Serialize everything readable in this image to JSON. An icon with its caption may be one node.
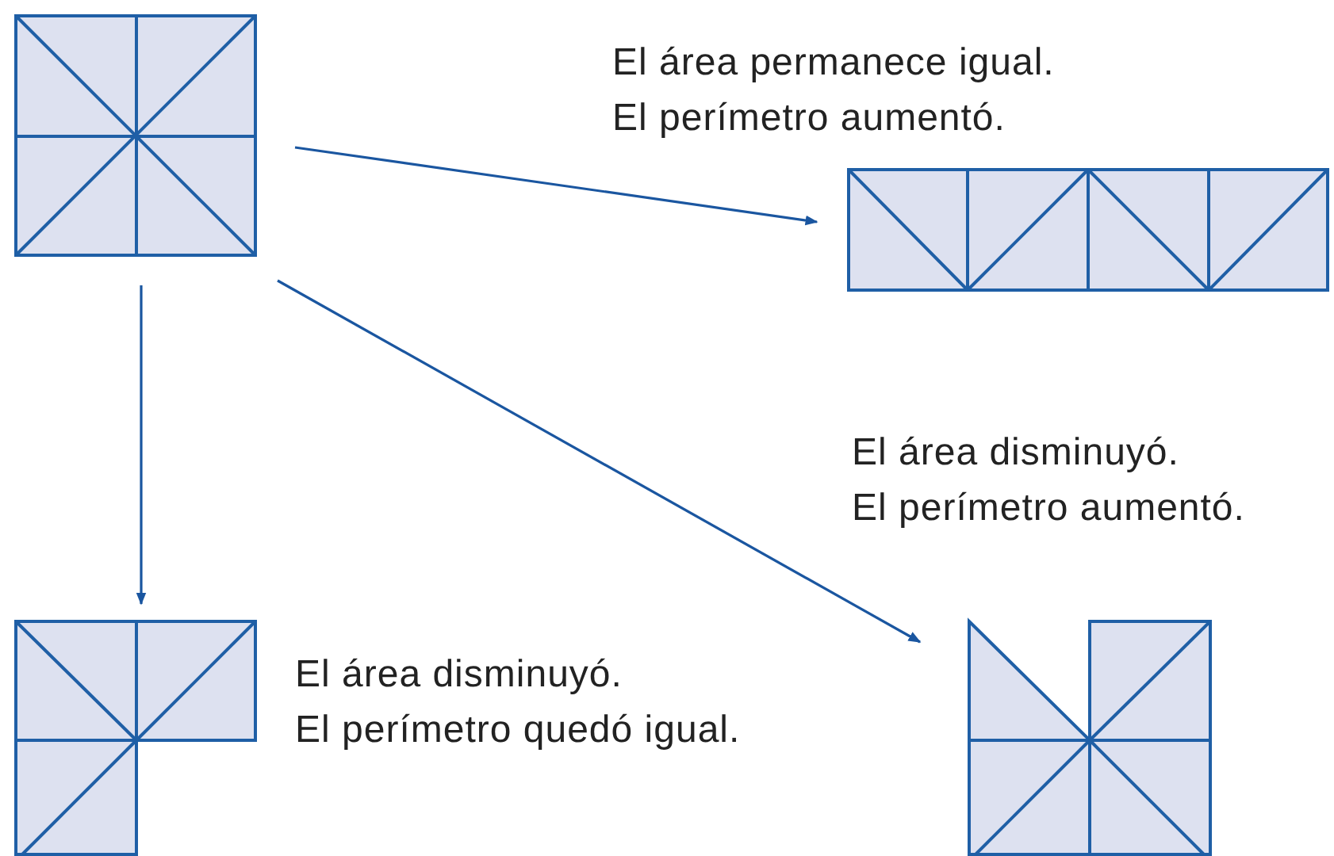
{
  "diagram": {
    "nodes": [
      {
        "text": [],
        "shape": "picture"
      },
      {
        "text": [],
        "shape": "picture",
        "beside": [
          "El área permanece igual.",
          "El perímetro aumentó."
        ]
      },
      {
        "text": [],
        "shape": "picture",
        "beside": [
          "El área disminuyó.",
          "El perímetro quedó igual."
        ]
      },
      {
        "text": [],
        "shape": "picture",
        "beside": [
          "El área disminuyó.",
          "El perímetro aumentó."
        ]
      }
    ],
    "edges": [
      {
        "from": 0,
        "to": 1,
        "arrow": "to"
      },
      {
        "from": 0,
        "to": 2,
        "arrow": "to"
      },
      {
        "from": 0,
        "to": 3,
        "arrow": "to"
      }
    ]
  }
}
